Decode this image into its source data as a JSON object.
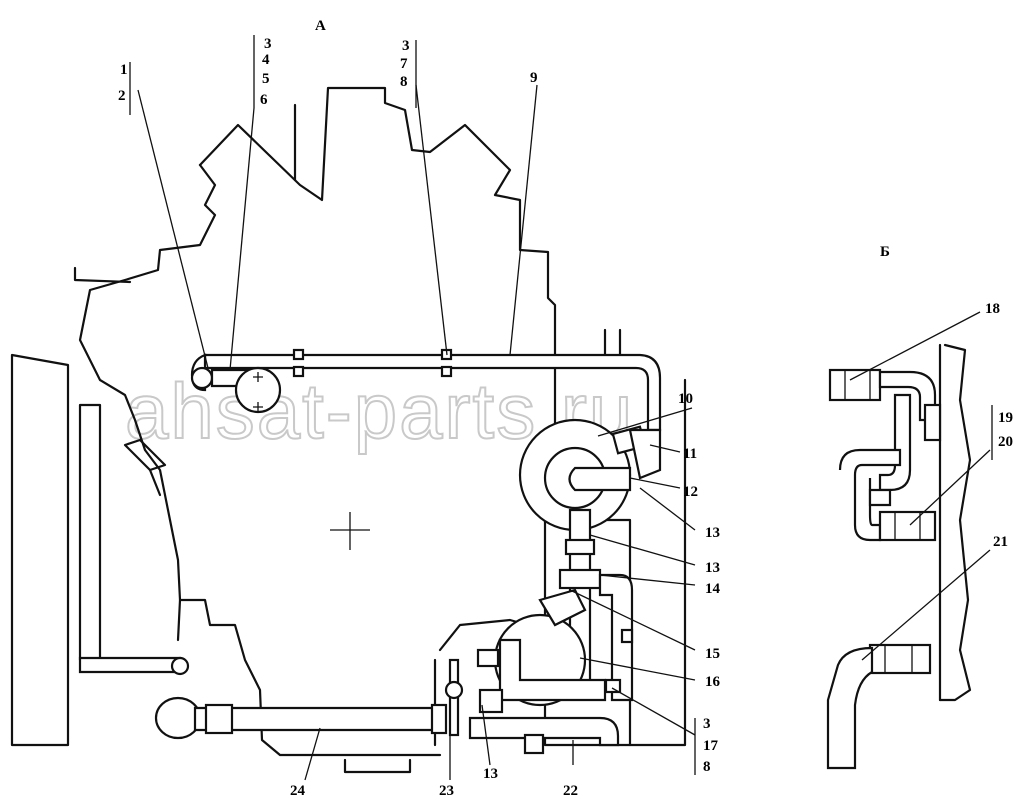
{
  "views": {
    "main": "А",
    "detail": "Б"
  },
  "watermark": "ahsat-parts.ru",
  "callouts": {
    "c1": "1",
    "c2": "2",
    "c3a": "3",
    "c4": "4",
    "c5": "5",
    "c6": "6",
    "c3b": "3",
    "c7a": "7",
    "c8a": "8",
    "c9": "9",
    "c10": "10",
    "c11": "11",
    "c12": "12",
    "c13a": "13",
    "c13b": "13",
    "c14": "14",
    "c15": "15",
    "c16": "16",
    "c3c": "3",
    "c17": "17",
    "c8b": "8",
    "c13c": "13",
    "c22": "22",
    "c23": "23",
    "c24": "24",
    "c18": "18",
    "c19": "19",
    "c20": "20",
    "c21": "21"
  }
}
